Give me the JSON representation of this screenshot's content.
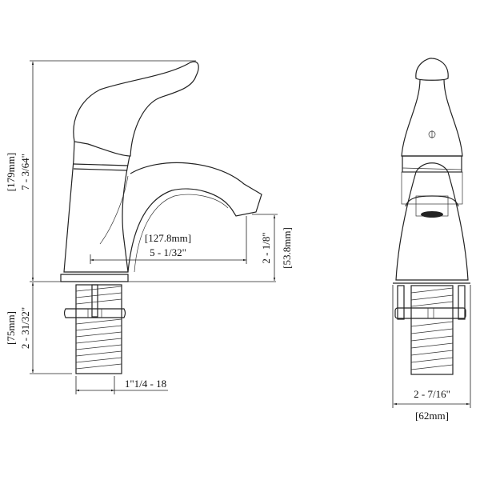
{
  "drawing": {
    "side_view": {
      "total_height_in": "7 - 3/64\"",
      "total_height_mm": "[179mm]",
      "shank_length_in": "2 - 31/32\"",
      "shank_length_mm": "[75mm]",
      "spout_reach_in": "5 - 1/32\"",
      "spout_reach_mm": "[127.8mm]",
      "spout_height_in": "2 - 1/8\"",
      "spout_height_mm": "[53.8mm]",
      "thread_size": "1\"1/4 - 18"
    },
    "front_view": {
      "width_in": "2 - 7/16\"",
      "width_mm": "[62mm]"
    },
    "colors": {
      "line": "#222222",
      "background": "#ffffff"
    }
  }
}
